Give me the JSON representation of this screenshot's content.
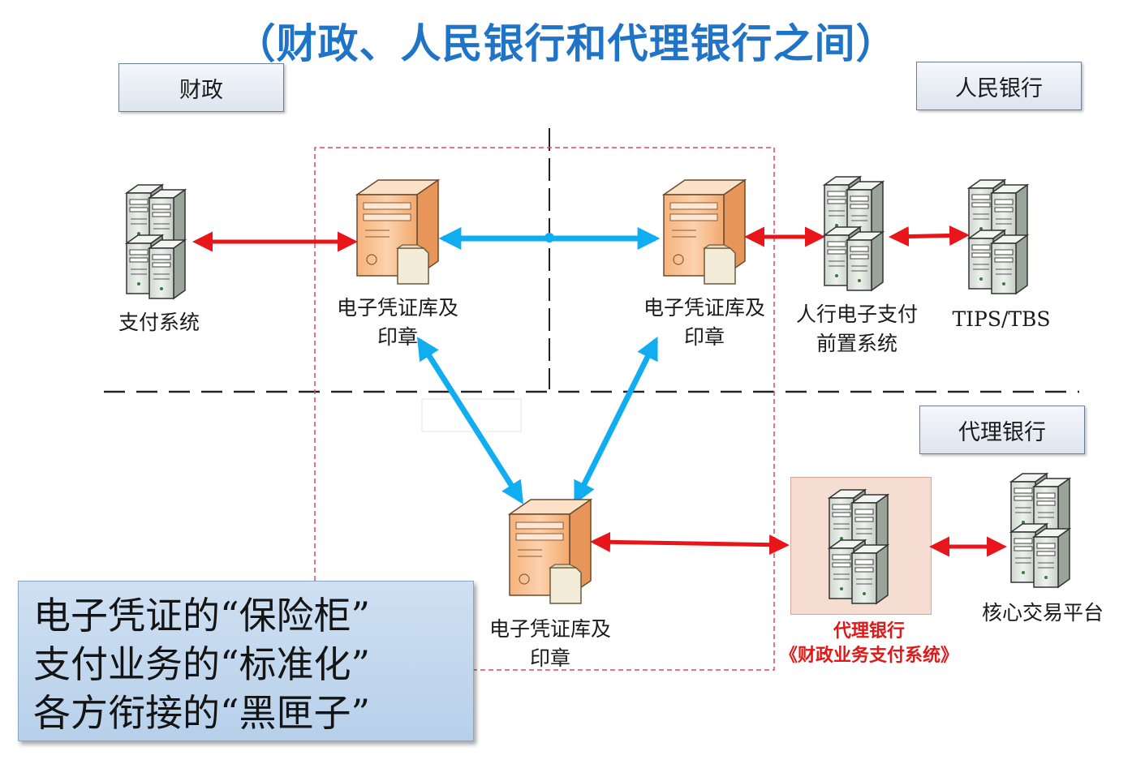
{
  "title": "（财政、人民银行和代理银行之间）",
  "zones": {
    "finance": "财政",
    "pboc": "人民银行",
    "agent_bank": "代理银行"
  },
  "nodes": {
    "payment_system": "支付系统",
    "vault_1_line1": "电子凭证库及",
    "vault_1_line2": "印章",
    "vault_2_line1": "电子凭证库及",
    "vault_2_line2": "印章",
    "vault_3_line1": "电子凭证库及",
    "vault_3_line2": "印章",
    "pboc_front_line1": "人行电子支付",
    "pboc_front_line2": "前置系统",
    "tips": "TIPS/TBS",
    "core": "核心交易平台",
    "agent_system_line1": "代理银行",
    "agent_system_line2": "《财政业务支付系统》"
  },
  "callout": {
    "line1": "电子凭证的“保险柜”",
    "line2": "支付业务的“标准化”",
    "line3": "各方衔接的“黑匣子”"
  },
  "colors": {
    "title": "#1f74c8",
    "red_arrow": "#e8161b",
    "blue_arrow": "#10aef0",
    "dashed_zone": "#e04a5a",
    "red_caption": "#e01818"
  }
}
